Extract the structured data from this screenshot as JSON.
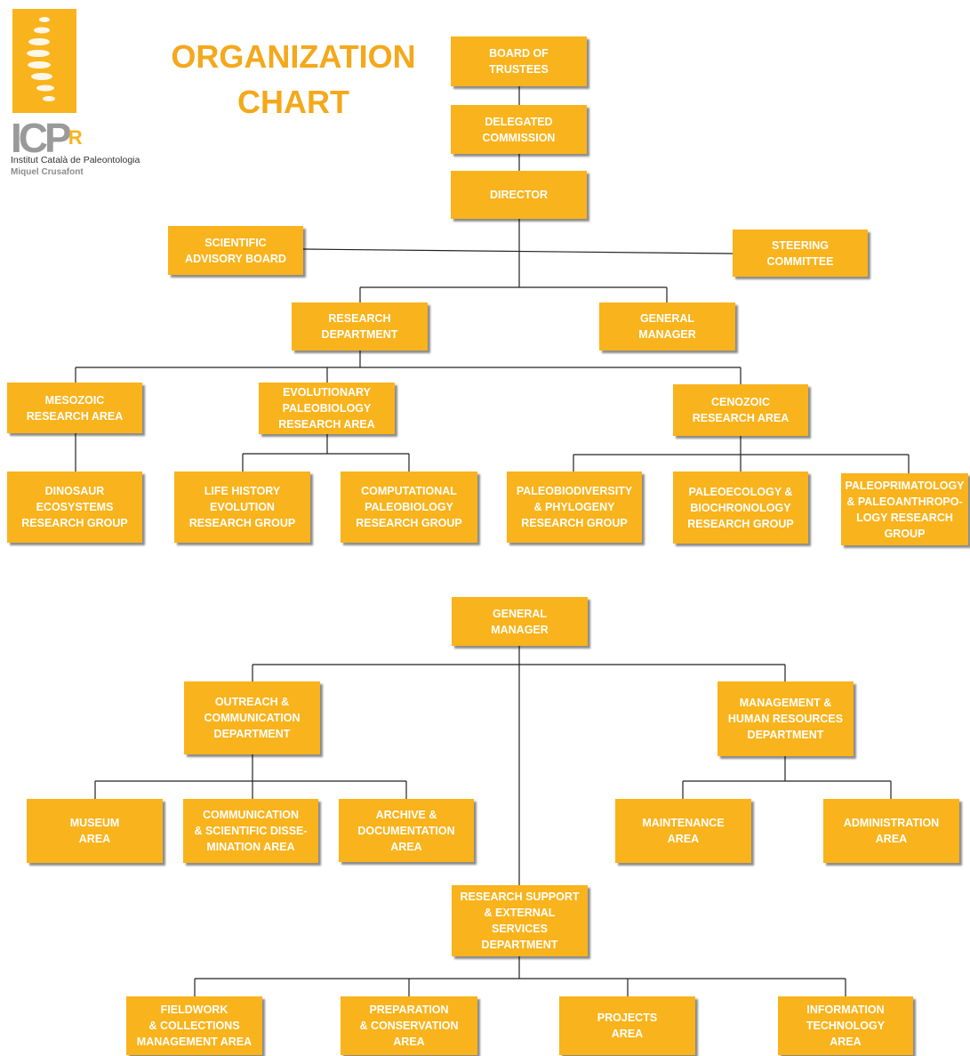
{
  "logo": {
    "mark": "ICP",
    "registered": "R",
    "line1": "Institut Català de Paleontologia",
    "line2": "Miquel Crusafont"
  },
  "title": "ORGANIZATION\nCHART",
  "colors": {
    "box": "#f9b31c",
    "title": "#f4a81c",
    "connector": "#222222"
  },
  "nodes": {
    "board": "BOARD OF\nTRUSTEES",
    "delegated": "DELEGATED\nCOMMISSION",
    "director": "DIRECTOR",
    "advisory": "SCIENTIFIC\nADVISORY BOARD",
    "steering": "STEERING\nCOMMITTEE",
    "research_dept": "RESEARCH\nDEPARTMENT",
    "gm_top": "GENERAL\nMANAGER",
    "mesozoic": "MESOZOIC\nRESEARCH AREA",
    "evolutionary": "EVOLUTIONARY\nPALEOBIOLOGY\nRESEARCH AREA",
    "cenozoic": "CENOZOIC\nRESEARCH AREA",
    "dinosaur": "DINOSAUR\nECOSYSTEMS\nRESEARCH GROUP",
    "lifehistory": "LIFE HISTORY\nEVOLUTION\nRESEARCH GROUP",
    "computational": "COMPUTATIONAL\nPALEOBIOLOGY\nRESEARCH GROUP",
    "paleobiodiversity": "PALEOBIODIVERSITY\n& PHYLOGENY\nRESEARCH GROUP",
    "paleoecology": "PALEOECOLOGY &\nBIOCHRONOLOGY\nRESEARCH GROUP",
    "paleoprimatology": "PALEOPRIMATOLOGY\n& PALEOANTHROPO-\nLOGY RESEARCH\nGROUP",
    "gm_bottom": "GENERAL\nMANAGER",
    "outreach": "OUTREACH &\nCOMMUNICATION\nDEPARTMENT",
    "management": "MANAGEMENT &\nHUMAN RESOURCES\nDEPARTMENT",
    "museum": "MUSEUM\nAREA",
    "communication": "COMMUNICATION\n& SCIENTIFIC DISSE-\nMINATION AREA",
    "archive": "ARCHIVE &\nDOCUMENTATION\nAREA",
    "maintenance": "MAINTENANCE\nAREA",
    "administration": "ADMINISTRATION\nAREA",
    "research_support": "RESEARCH SUPPORT\n& EXTERNAL\nSERVICES\nDEPARTMENT",
    "fieldwork": "FIELDWORK\n& COLLECTIONS\nMANAGEMENT AREA",
    "preparation": "PREPARATION\n& CONSERVATION\nAREA",
    "projects": "PROJECTS\nAREA",
    "it": "INFORMATION\nTECHNOLOGY\nAREA"
  }
}
